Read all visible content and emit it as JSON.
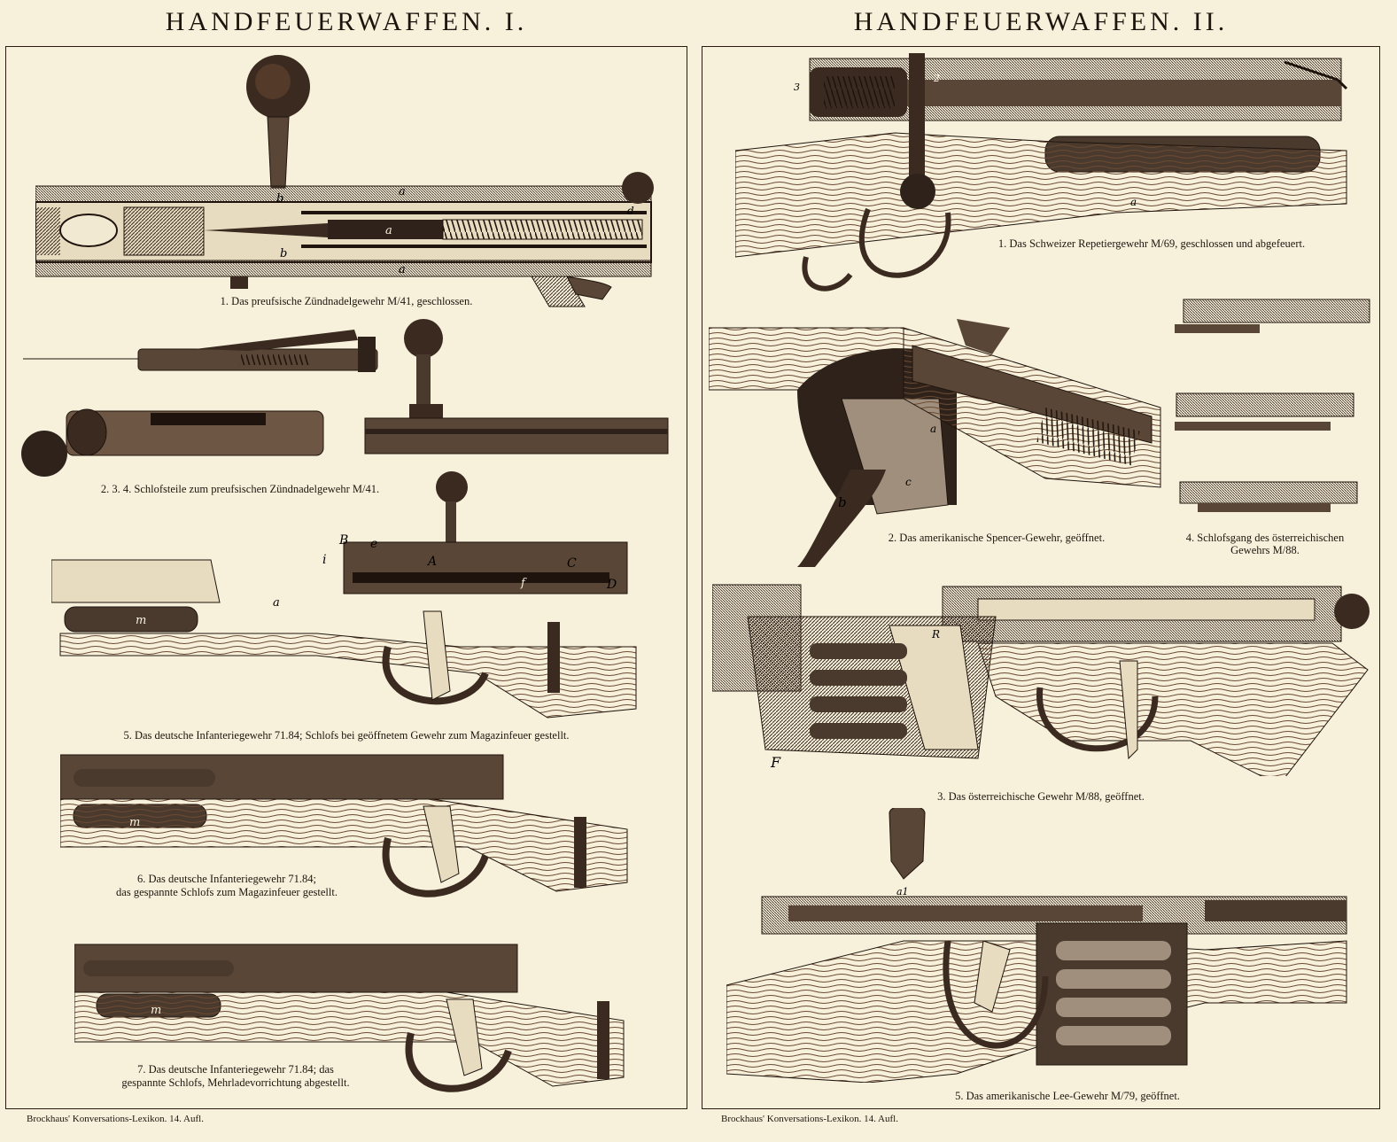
{
  "plates": [
    {
      "title": "HANDFEUERWAFFEN. I.",
      "captions": {
        "c1": "1. Das preufsische Zündnadelgewehr M/41, geschlossen.",
        "c2": "2. 3. 4. Schlofsteile zum preufsischen Zündnadelgewehr M/41.",
        "c5": "5. Das deutsche Infanteriegewehr 71.84; Schlofs bei geöffnetem Gewehr zum Magazinfeuer gestellt.",
        "c6a": "6. Das deutsche Infanteriegewehr 71.84;",
        "c6b": "das gespannte Schlofs zum Magazinfeuer gestellt.",
        "c7a": "7. Das deutsche Infanteriegewehr 71.84; das",
        "c7b": "gespannte Schlofs, Mehrladevorrichtung abgestellt."
      },
      "footer": "Brockhaus' Konversations-Lexikon. 14. Aufl."
    },
    {
      "title": "HANDFEUERWAFFEN. II.",
      "captions": {
        "c1": "1. Das Schweizer Repetiergewehr M/69, geschlossen und abgefeuert.",
        "c2": "2. Das amerikanische Spencer-Gewehr, geöffnet.",
        "c4a": "4. Schlofsgang des österreichischen",
        "c4b": "Gewehrs M/88.",
        "c3": "3. Das österreichische Gewehr M/88, geöffnet.",
        "c5": "5. Das amerikanische Lee-Gewehr M/79, geöffnet."
      },
      "footer": "Brockhaus' Konversations-Lexikon. 14. Aufl."
    }
  ],
  "figure_labels": {
    "a": "a",
    "b": "b",
    "c": "c",
    "d": "d",
    "e": "e",
    "f": "f",
    "i": "i",
    "m": "m",
    "A": "A",
    "B": "B",
    "C": "C",
    "D": "D",
    "F": "F",
    "R": "R",
    "n": "2",
    "n3": "3",
    "a1": "a1"
  },
  "colors": {
    "paper": "#f7f1dc",
    "ink": "#1f140d",
    "wood": "#6b4a32",
    "metal": "#3a2a20",
    "metal_light": "#a08f7c"
  }
}
